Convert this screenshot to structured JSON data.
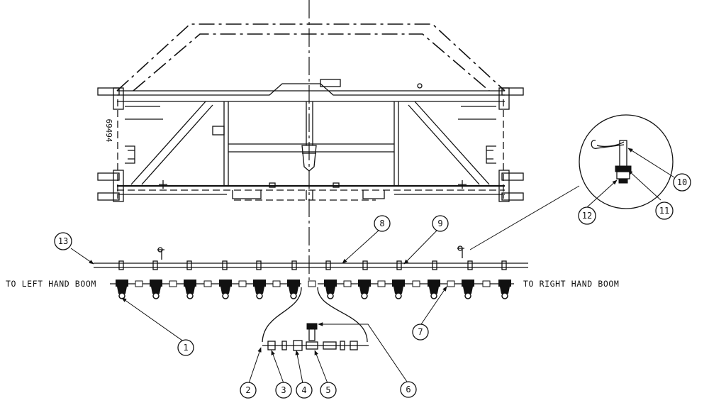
{
  "frame_part_number": "69494",
  "labels": {
    "left_boom": "TO LEFT HAND BOOM",
    "right_boom": "TO RIGHT HAND BOOM"
  },
  "callouts": [
    "1",
    "2",
    "3",
    "4",
    "5",
    "6",
    "7",
    "8",
    "9",
    "10",
    "11",
    "12",
    "13"
  ]
}
